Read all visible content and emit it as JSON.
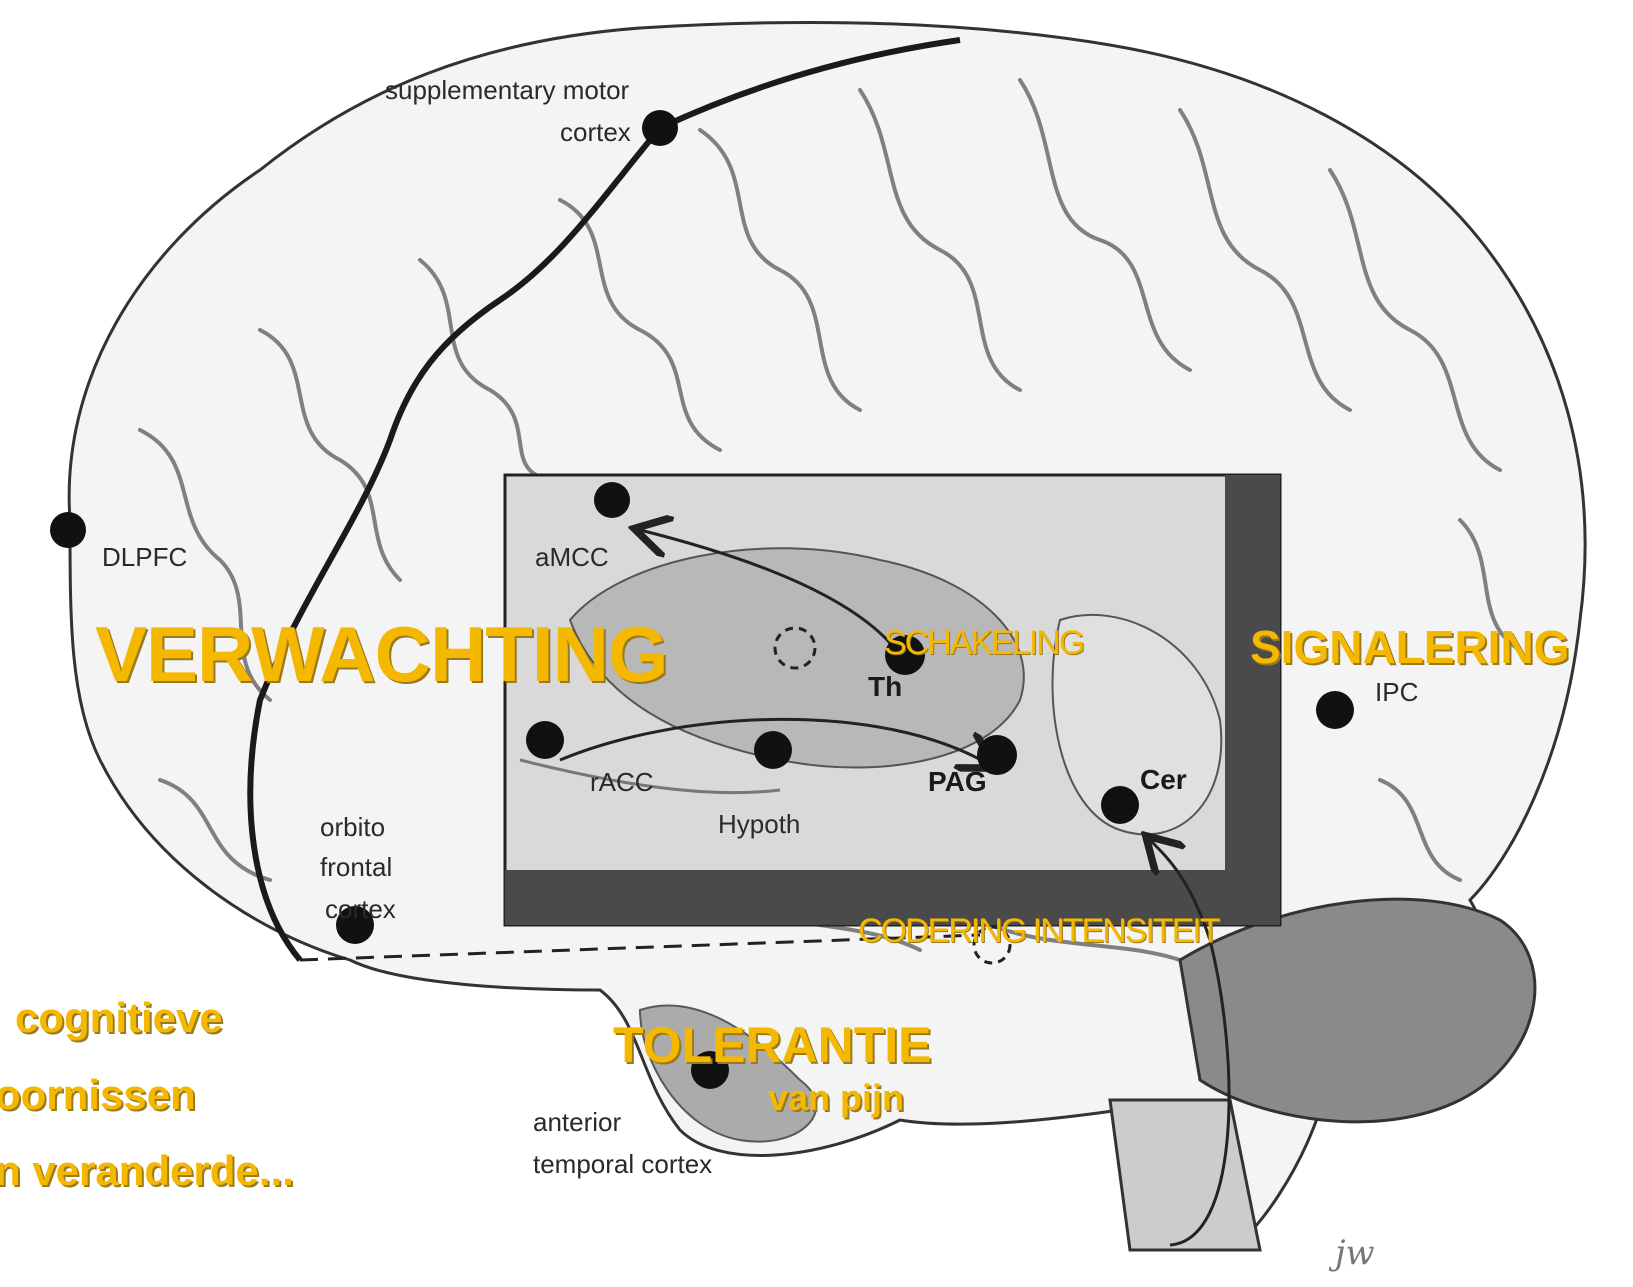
{
  "colors": {
    "highlight": "#f5b800",
    "marker": "#111111",
    "inset_frame": "#4a4a4a"
  },
  "regions": {
    "smc": "supplementary motor",
    "smc2": "cortex",
    "dlpfc": "DLPFC",
    "amcc": "aMCC",
    "th": "Th",
    "racc": "rACC",
    "hypoth": "Hypoth",
    "pag": "PAG",
    "cer": "Cer",
    "ipc": "IPC",
    "ofc1": "orbito",
    "ofc2": "frontal",
    "ofc3": "cortex",
    "atc1": "anterior",
    "atc2": "temporal cortex"
  },
  "headings": {
    "verwachting": "VERWACHTING",
    "schakeling": "SCHAKELING",
    "signalering": "SIGNALERING",
    "codering": "CODERING INTENSITEIT",
    "tolerantie": "TOLERANTIE",
    "van_pijn": "van pijn"
  },
  "side_text": {
    "line1": "cognitieve",
    "line2": "oornissen",
    "line3": "n veranderde..."
  },
  "signature": "jw"
}
